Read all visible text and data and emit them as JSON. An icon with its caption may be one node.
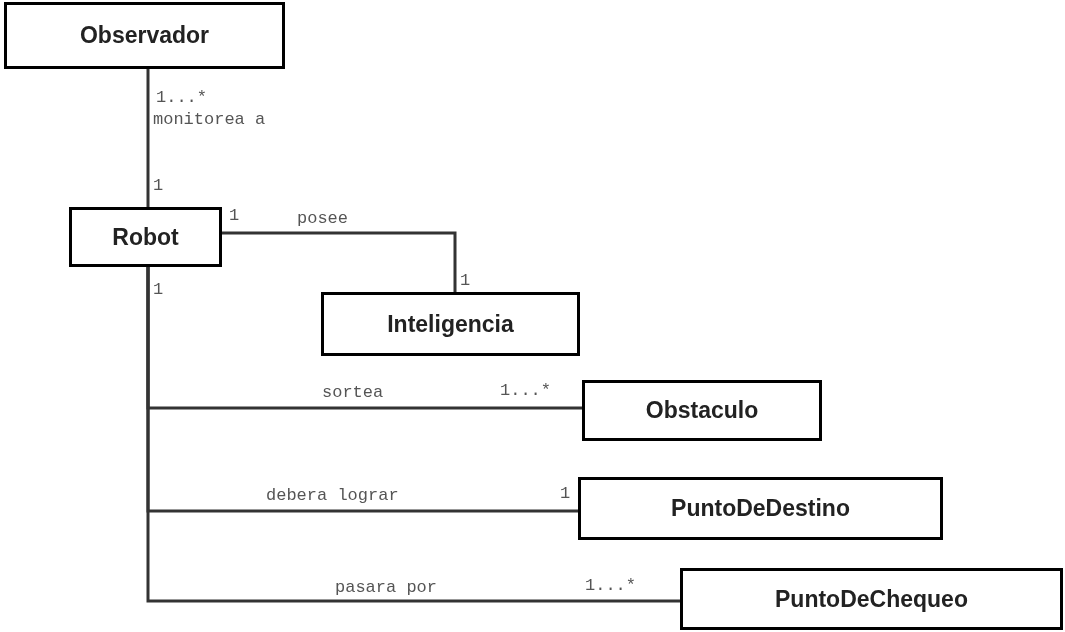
{
  "diagram": {
    "nodes": [
      {
        "text": [
          "Observador"
        ]
      },
      {
        "text": [
          "Robot"
        ]
      },
      {
        "text": [
          "Inteligencia"
        ]
      },
      {
        "text": [
          "Obstaculo"
        ]
      },
      {
        "text": [
          "PuntoDeDestino"
        ]
      },
      {
        "text": [
          "PuntoDeChequeo"
        ]
      }
    ],
    "edges": [
      {
        "from": 0,
        "to": 1,
        "arrow": "none",
        "label": "monitorea a"
      },
      {
        "from": 1,
        "to": 2,
        "arrow": "none",
        "label": "posee"
      },
      {
        "from": 1,
        "to": 3,
        "arrow": "none",
        "label": "sortea"
      },
      {
        "from": 1,
        "to": 4,
        "arrow": "none",
        "label": "debera lograr"
      },
      {
        "from": 1,
        "to": 5,
        "arrow": "none",
        "label": "pasara por"
      }
    ],
    "labels": [
      "1...*",
      "1",
      "1",
      "1",
      "1",
      "1...*",
      "1",
      "1...*"
    ]
  }
}
